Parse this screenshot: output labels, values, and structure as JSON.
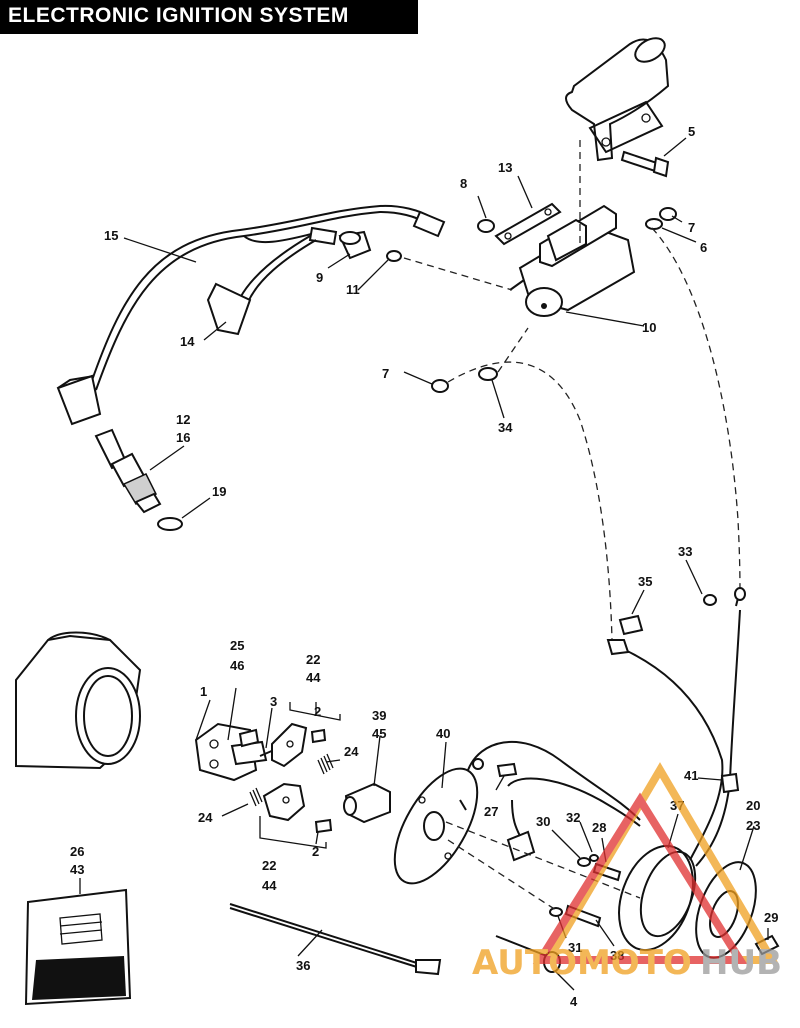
{
  "title": "ELECTRONIC IGNITION SYSTEM",
  "watermark": {
    "text_left": "AUTOMOTO",
    "text_right": "HUB",
    "color_orange": "#f0a020",
    "color_red": "#e03030",
    "color_gray": "#9a9a9a"
  },
  "callouts": {
    "c5": "5",
    "c8": "8",
    "c13": "13",
    "c7a": "7",
    "c6": "6",
    "c15": "15",
    "c9": "9",
    "c11": "11",
    "c14": "14",
    "c10": "10",
    "c7b": "7",
    "c34": "34",
    "c12": "12",
    "c16": "16",
    "c19": "19",
    "c33": "33",
    "c35": "35",
    "c25": "25",
    "c46": "46",
    "c22a": "22",
    "c44a": "44",
    "c1": "1",
    "c3": "3",
    "c2a": "2",
    "c39": "39",
    "c45": "45",
    "c24a": "24",
    "c40": "40",
    "c41": "41",
    "c20": "20",
    "c23": "23",
    "c24b": "24",
    "c27": "27",
    "c37": "37",
    "c30": "30",
    "c32": "32",
    "c28": "28",
    "c2b": "2",
    "c22b": "22",
    "c44b": "44",
    "c26": "26",
    "c43": "43",
    "c31": "31",
    "c38": "38",
    "c29": "29",
    "c36": "36",
    "c4": "4"
  }
}
